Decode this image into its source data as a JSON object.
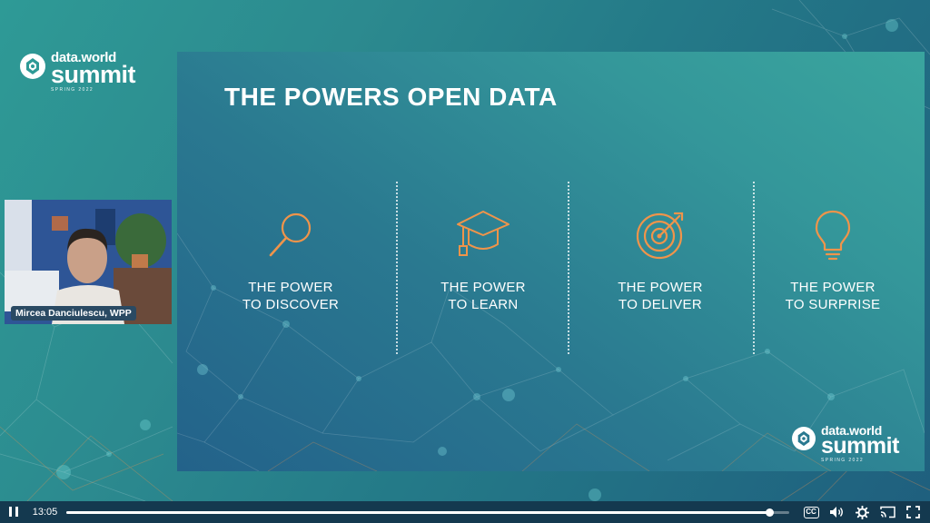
{
  "brand": {
    "top": "data.world",
    "main": "summit",
    "sub": "SPRING 2022"
  },
  "slide": {
    "title": "THE POWERS OPEN DATA",
    "powers": [
      {
        "icon": "magnifying-glass-icon",
        "line1": "THE POWER",
        "line2": "TO DISCOVER"
      },
      {
        "icon": "graduation-cap-icon",
        "line1": "THE POWER",
        "line2": "TO LEARN"
      },
      {
        "icon": "target-icon",
        "line1": "THE POWER",
        "line2": "TO DELIVER"
      },
      {
        "icon": "lightbulb-icon",
        "line1": "THE POWER",
        "line2": "TO SURPRISE"
      }
    ],
    "icon_color": "#f0944a"
  },
  "speaker": {
    "name": "Mircea Danciulescu, WPP"
  },
  "player": {
    "time": "13:05",
    "progress": 0.973,
    "icons": [
      "pause-icon",
      "closed-captions-icon",
      "volume-icon",
      "settings-icon",
      "cast-icon",
      "fullscreen-icon"
    ],
    "cc_label": "CC"
  }
}
